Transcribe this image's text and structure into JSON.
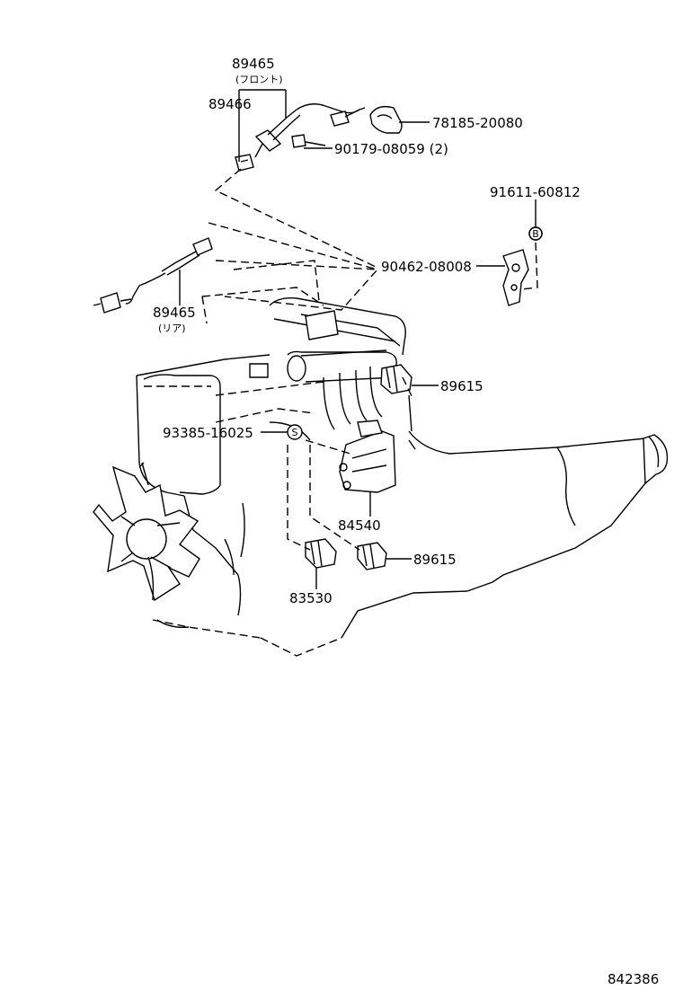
{
  "diagram": {
    "parts": {
      "o2_sensor_front": "89465",
      "o2_sensor_front_note": "(フロント)",
      "o2_sensor_front_alt": "89466",
      "clamp": "78185-20080",
      "bolt_small": "90179-08059 (2)",
      "bolt_bracket": "91611-60812",
      "bracket_clamp": "90462-08008",
      "o2_sensor_rear": "89465",
      "o2_sensor_rear_note": "(リア)",
      "sensor_upper": "89615",
      "washer": "93385-16025",
      "throttle_sensor": "84540",
      "sensor_lower": "89615",
      "switch": "83530"
    },
    "markers": {
      "b_marker": "B",
      "s_marker": "S"
    },
    "figure_number": "842386"
  }
}
